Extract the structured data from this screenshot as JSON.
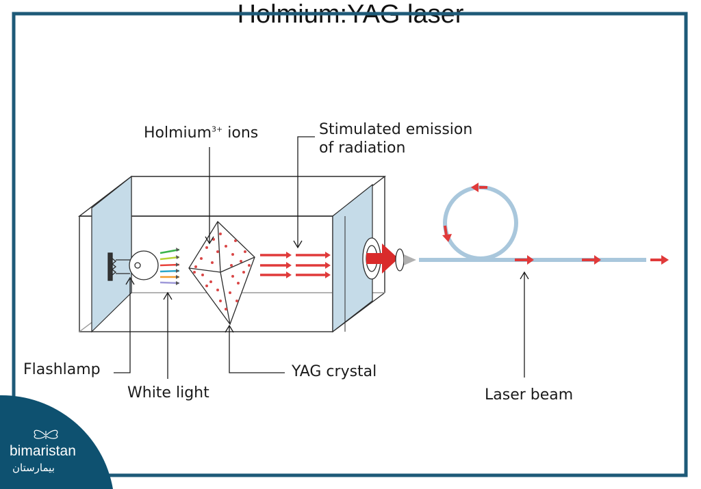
{
  "title": "Holmium:YAG laser",
  "labels": {
    "ions_text": "Holmium",
    "ions_sup": "3+",
    "ions_suffix": " ions",
    "stimulated_line1": "Stimulated emission",
    "stimulated_line2": "of radiation",
    "flashlamp": "Flashlamp",
    "white_light": "White light",
    "yag_crystal": "YAG crystal",
    "laser_beam": "Laser beam"
  },
  "brand": {
    "name": "bimaristan",
    "name_ar": "بيمارستان",
    "logo_icon": "butterfly-icon"
  },
  "colors": {
    "frame": "#1e5a78",
    "brand_bg": "#0e5170",
    "arrow_red": "#e03a3a",
    "fiber": "#a9c7dc",
    "mirror": "#c5dbe8"
  }
}
